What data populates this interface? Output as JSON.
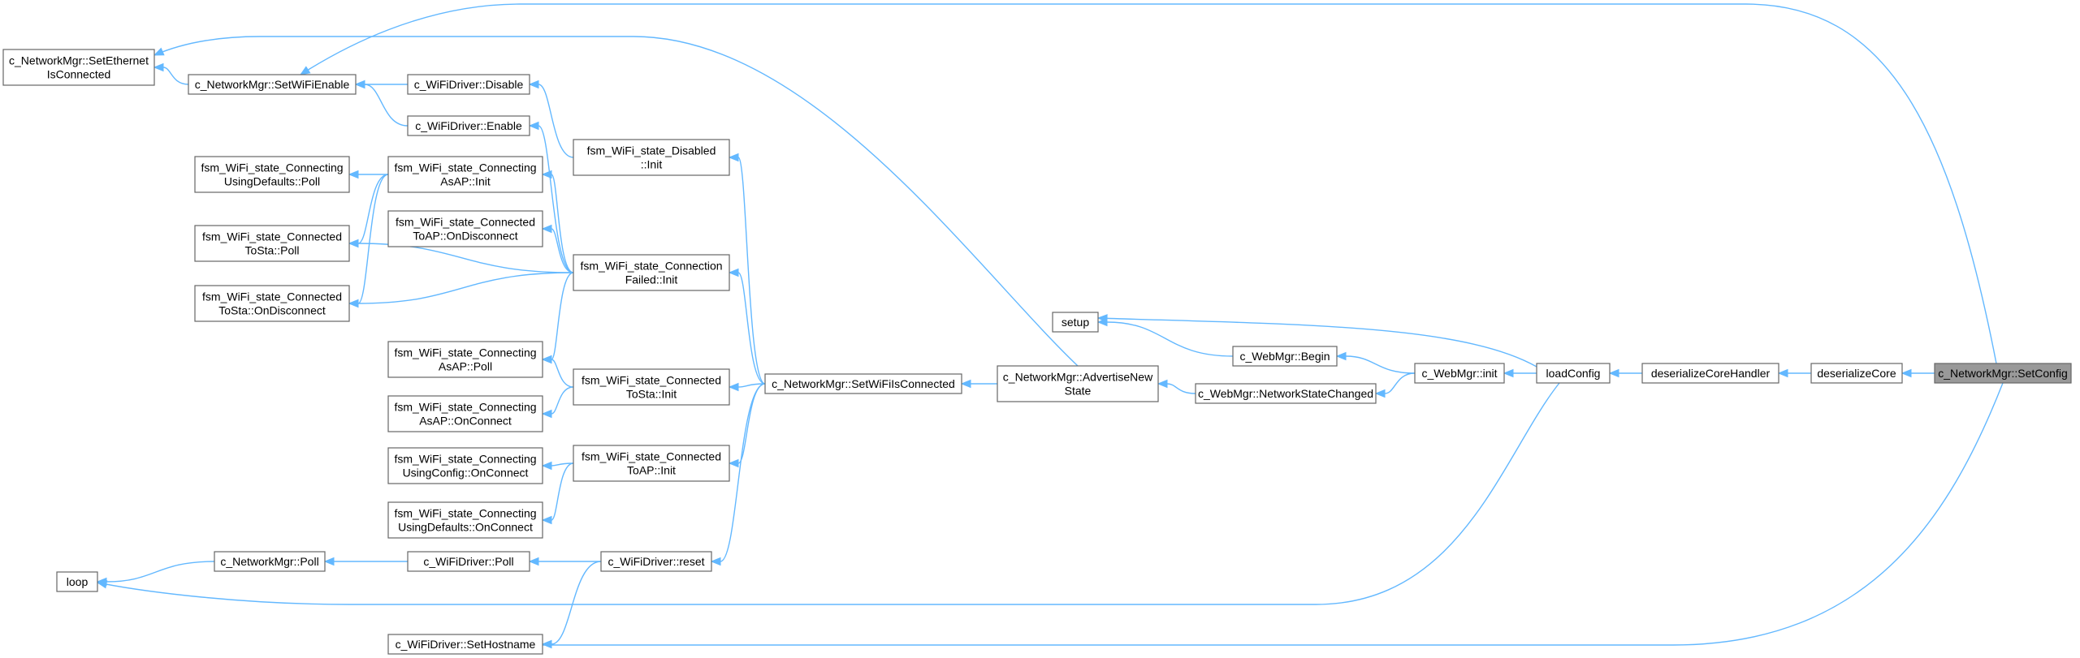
{
  "diagram": {
    "nodes": [
      {
        "id": "setconfig",
        "lines": [
          "c_NetworkMgr::SetConfig"
        ],
        "highlight": true
      },
      {
        "id": "deserializeCore",
        "lines": [
          "deserializeCore"
        ]
      },
      {
        "id": "deserializeCoreHandler",
        "lines": [
          "deserializeCoreHandler"
        ]
      },
      {
        "id": "loadConfig",
        "lines": [
          "loadConfig"
        ]
      },
      {
        "id": "webInit",
        "lines": [
          "c_WebMgr::init"
        ]
      },
      {
        "id": "webBegin",
        "lines": [
          "c_WebMgr::Begin"
        ]
      },
      {
        "id": "setup",
        "lines": [
          "setup"
        ]
      },
      {
        "id": "netStateChanged",
        "lines": [
          "c_WebMgr::NetworkStateChanged"
        ]
      },
      {
        "id": "advertise",
        "lines": [
          "c_NetworkMgr::AdvertiseNew",
          "State"
        ]
      },
      {
        "id": "setWiFiConnected",
        "lines": [
          "c_NetworkMgr::SetWiFiIsConnected"
        ]
      },
      {
        "id": "disabledInit",
        "lines": [
          "fsm_WiFi_state_Disabled",
          "::Init"
        ]
      },
      {
        "id": "connFailedInit",
        "lines": [
          "fsm_WiFi_state_Connection",
          "Failed::Init"
        ]
      },
      {
        "id": "connToStaInit",
        "lines": [
          "fsm_WiFi_state_Connected",
          "ToSta::Init"
        ]
      },
      {
        "id": "connToApInit",
        "lines": [
          "fsm_WiFi_state_Connected",
          "ToAP::Init"
        ]
      },
      {
        "id": "wifiReset",
        "lines": [
          "c_WiFiDriver::reset"
        ]
      },
      {
        "id": "wifiDisable",
        "lines": [
          "c_WiFiDriver::Disable"
        ]
      },
      {
        "id": "wifiEnable",
        "lines": [
          "c_WiFiDriver::Enable"
        ]
      },
      {
        "id": "asApInit",
        "lines": [
          "fsm_WiFi_state_Connecting",
          "AsAP::Init"
        ]
      },
      {
        "id": "toApOnDisconnect",
        "lines": [
          "fsm_WiFi_state_Connected",
          "ToAP::OnDisconnect"
        ]
      },
      {
        "id": "asApPoll",
        "lines": [
          "fsm_WiFi_state_Connecting",
          "AsAP::Poll"
        ]
      },
      {
        "id": "asApOnConnect",
        "lines": [
          "fsm_WiFi_state_Connecting",
          "AsAP::OnConnect"
        ]
      },
      {
        "id": "usingConfigOnConnect",
        "lines": [
          "fsm_WiFi_state_Connecting",
          "UsingConfig::OnConnect"
        ]
      },
      {
        "id": "usingDefaultsOnConnect",
        "lines": [
          "fsm_WiFi_state_Connecting",
          "UsingDefaults::OnConnect"
        ]
      },
      {
        "id": "wifiPoll",
        "lines": [
          "c_WiFiDriver::Poll"
        ]
      },
      {
        "id": "setHostname",
        "lines": [
          "c_WiFiDriver::SetHostname"
        ]
      },
      {
        "id": "setWiFiEnable",
        "lines": [
          "c_NetworkMgr::SetWiFiEnable"
        ]
      },
      {
        "id": "usingDefaultsPoll",
        "lines": [
          "fsm_WiFi_state_Connecting",
          "UsingDefaults::Poll"
        ]
      },
      {
        "id": "toStaPoll",
        "lines": [
          "fsm_WiFi_state_Connected",
          "ToSta::Poll"
        ]
      },
      {
        "id": "toStaOnDisconnect",
        "lines": [
          "fsm_WiFi_state_Connected",
          "ToSta::OnDisconnect"
        ]
      },
      {
        "id": "netMgrPoll",
        "lines": [
          "c_NetworkMgr::Poll"
        ]
      },
      {
        "id": "setEthernet",
        "lines": [
          "c_NetworkMgr::SetEthernet",
          "IsConnected"
        ]
      },
      {
        "id": "loop",
        "lines": [
          "loop"
        ]
      }
    ],
    "edges": [
      {
        "from": "setconfig",
        "to": "deserializeCore"
      },
      {
        "from": "deserializeCore",
        "to": "deserializeCoreHandler"
      },
      {
        "from": "deserializeCoreHandler",
        "to": "loadConfig"
      },
      {
        "from": "loadConfig",
        "to": "webInit"
      },
      {
        "from": "loadConfig",
        "to": "setup"
      },
      {
        "from": "loadConfig",
        "to": "loop"
      },
      {
        "from": "webInit",
        "to": "webBegin"
      },
      {
        "from": "webInit",
        "to": "netStateChanged"
      },
      {
        "from": "webBegin",
        "to": "setup"
      },
      {
        "from": "netStateChanged",
        "to": "advertise"
      },
      {
        "from": "advertise",
        "to": "setWiFiConnected"
      },
      {
        "from": "advertise",
        "to": "setEthernet"
      },
      {
        "from": "setWiFiConnected",
        "to": "disabledInit"
      },
      {
        "from": "setWiFiConnected",
        "to": "connFailedInit"
      },
      {
        "from": "setWiFiConnected",
        "to": "connToStaInit"
      },
      {
        "from": "setWiFiConnected",
        "to": "connToApInit"
      },
      {
        "from": "setWiFiConnected",
        "to": "wifiReset"
      },
      {
        "from": "disabledInit",
        "to": "wifiDisable"
      },
      {
        "from": "connFailedInit",
        "to": "wifiEnable"
      },
      {
        "from": "connFailedInit",
        "to": "asApInit"
      },
      {
        "from": "connFailedInit",
        "to": "toApOnDisconnect"
      },
      {
        "from": "connFailedInit",
        "to": "toStaPoll"
      },
      {
        "from": "connFailedInit",
        "to": "toStaOnDisconnect"
      },
      {
        "from": "connFailedInit",
        "to": "asApPoll"
      },
      {
        "from": "connToStaInit",
        "to": "asApPoll"
      },
      {
        "from": "connToStaInit",
        "to": "asApOnConnect"
      },
      {
        "from": "connToApInit",
        "to": "usingConfigOnConnect"
      },
      {
        "from": "connToApInit",
        "to": "usingDefaultsOnConnect"
      },
      {
        "from": "asApInit",
        "to": "usingDefaultsPoll"
      },
      {
        "from": "asApInit",
        "to": "toStaPoll"
      },
      {
        "from": "asApInit",
        "to": "toStaOnDisconnect"
      },
      {
        "from": "wifiDisable",
        "to": "setWiFiEnable"
      },
      {
        "from": "wifiEnable",
        "to": "setWiFiEnable"
      },
      {
        "from": "setWiFiEnable",
        "to": "setEthernet"
      },
      {
        "from": "wifiReset",
        "to": "wifiPoll"
      },
      {
        "from": "wifiReset",
        "to": "setHostname"
      },
      {
        "from": "wifiPoll",
        "to": "netMgrPoll"
      },
      {
        "from": "netMgrPoll",
        "to": "loop"
      },
      {
        "from": "setconfig",
        "to": "setWiFiEnable"
      },
      {
        "from": "setconfig",
        "to": "setHostname"
      }
    ]
  }
}
